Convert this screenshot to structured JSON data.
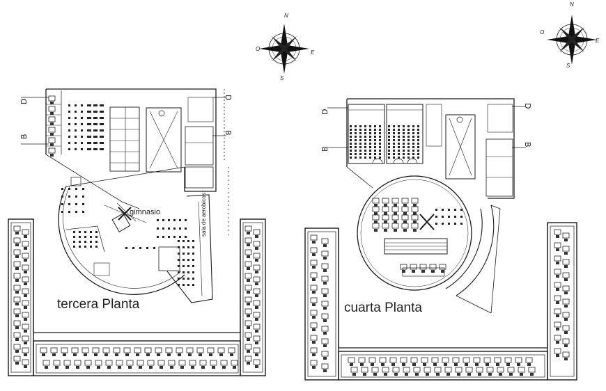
{
  "plans": [
    {
      "title": "tercera Planta",
      "room_labels": {
        "gym": "gimnasio",
        "aerobics": "sala de aerobicos"
      },
      "section_marks": {
        "d": "D",
        "b": "B"
      }
    },
    {
      "title": "cuarta Planta",
      "section_marks": {
        "d": "D",
        "b": "B"
      }
    }
  ],
  "compass": {
    "north": "N",
    "south": "S",
    "east": "E",
    "west": "O"
  },
  "colors": {
    "line": "#1a1a1a",
    "background": "#ffffff"
  }
}
